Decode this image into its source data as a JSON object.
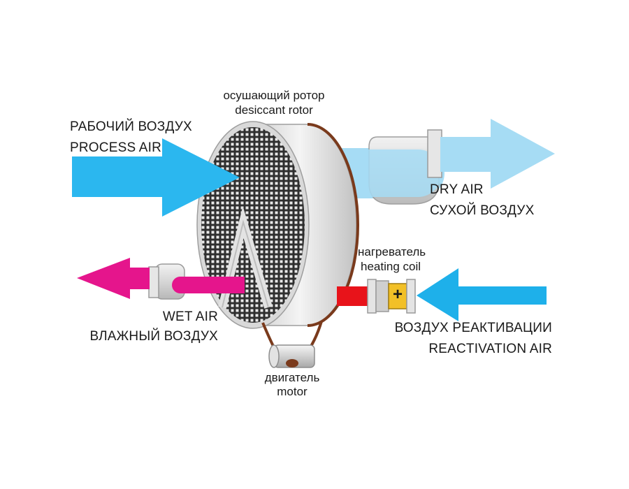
{
  "labels": {
    "rotor_ru": "осушающий ротор",
    "rotor_en": "desiccant rotor",
    "process_ru": "РАБОЧИЙ ВОЗДУХ",
    "process_en": "PROCESS AIR",
    "dry_en": "DRY AIR",
    "dry_ru": "СУХОЙ ВОЗДУХ",
    "heater_ru": "нагреватель",
    "heater_en": "heating coil",
    "heater_symbol": "+",
    "wet_en": "WET AIR",
    "wet_ru": "ВЛАЖНЫЙ ВОЗДУХ",
    "react_ru": "ВОЗДУХ РЕАКТИВАЦИИ",
    "react_en": "REACTIVATION AIR",
    "motor_ru": "двигатель",
    "motor_en": "motor"
  },
  "colors": {
    "process_arrow": "#2bb7ef",
    "dry_arrow": "#a6dcf4",
    "wet_arrow": "#e5158c",
    "reactivation_arrow": "#1eb0ea",
    "heated_air": "#e8131a",
    "heater": "#f2c027",
    "belt": "#7a3a1c",
    "rotor_mesh": "#3a3a3a"
  }
}
